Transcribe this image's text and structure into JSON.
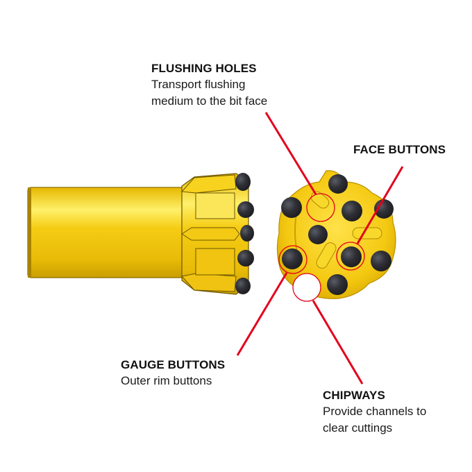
{
  "diagram": {
    "subject": "Button drill bit",
    "colors": {
      "body_yellow": "#f2c811",
      "body_highlight": "#fff27a",
      "body_shadow": "#c79b00",
      "outline": "#6b5500",
      "button_dark": "#2e2f33",
      "callout_red": "#e3001b",
      "background": "#ffffff"
    },
    "callouts": [
      {
        "id": "flushing-holes",
        "title": "FLUSHING HOLES",
        "description_lines": [
          "Transport flushing",
          "medium to the bit face"
        ]
      },
      {
        "id": "face-buttons",
        "title": "FACE BUTTONS",
        "description_lines": []
      },
      {
        "id": "gauge-buttons",
        "title": "GAUGE BUTTONS",
        "description_lines": [
          "Outer rim buttons"
        ]
      },
      {
        "id": "chipways",
        "title": "CHIPWAYS",
        "description_lines": [
          "Provide channels to",
          "clear cuttings"
        ]
      }
    ]
  }
}
